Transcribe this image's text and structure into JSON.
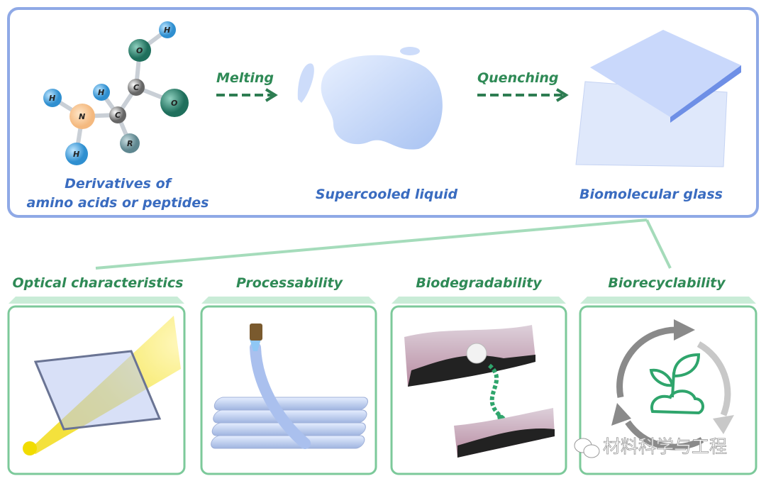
{
  "top": {
    "molecule_label_line1": "Derivatives of",
    "molecule_label_line2": "amino acids or peptides",
    "step1": "Melting",
    "liquid_label": "Supercooled liquid",
    "step2": "Quenching",
    "glass_label": "Biomolecular glass",
    "atoms": {
      "h": "H",
      "o": "O",
      "c": "C",
      "n": "N",
      "r": "R"
    }
  },
  "properties": [
    {
      "label": "Optical characteristics"
    },
    {
      "label": "Processability"
    },
    {
      "label": "Biodegradability"
    },
    {
      "label": "Biorecyclability"
    }
  ],
  "watermark": "材料科学与工程",
  "colors": {
    "blue_text": "#3a6cc0",
    "green_text": "#2f8a56",
    "frame_blue": "#8fa9e6",
    "frame_green": "#7cc99a"
  }
}
